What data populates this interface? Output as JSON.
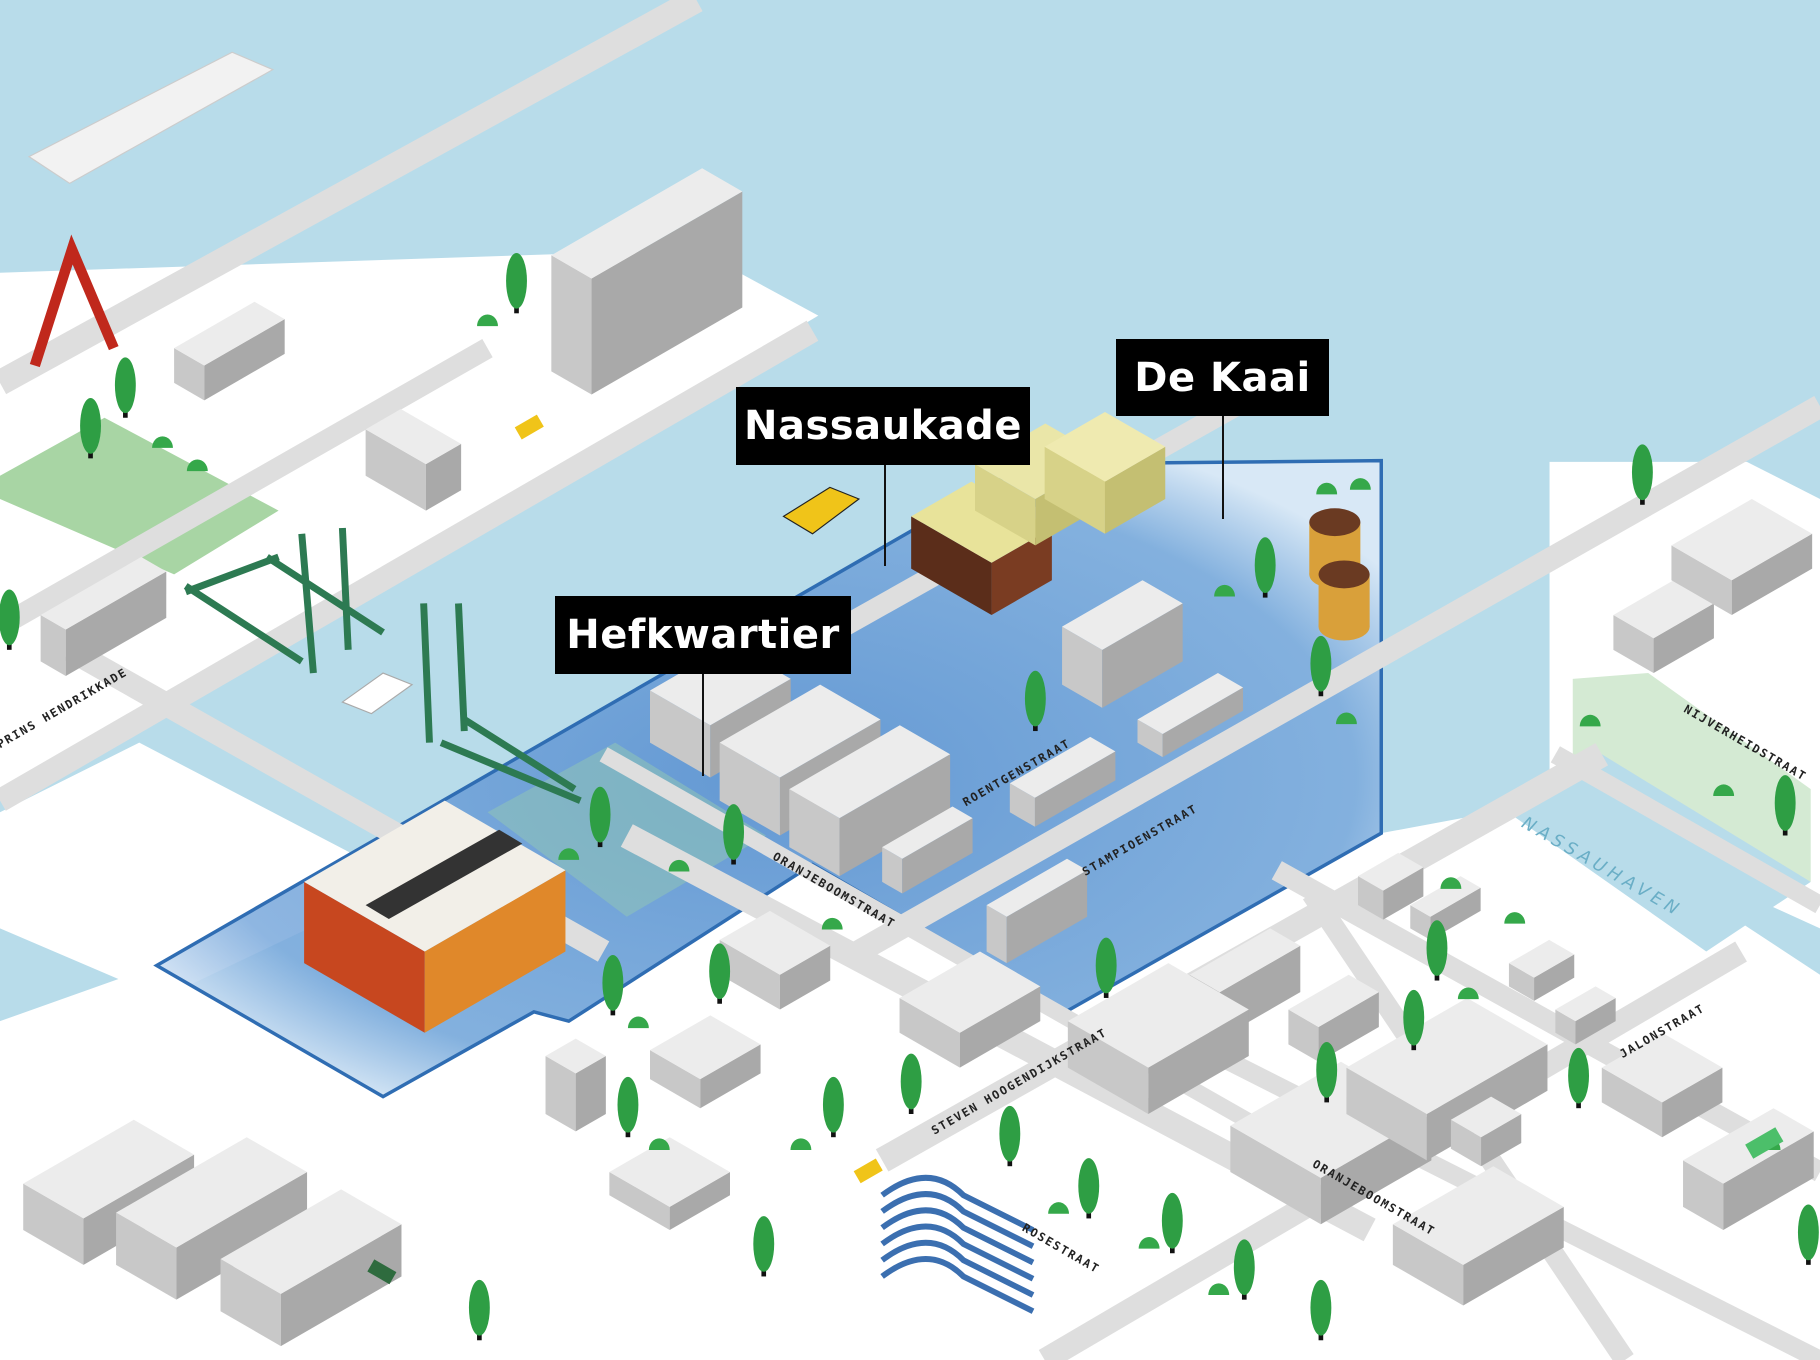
{
  "map": {
    "callouts": [
      {
        "id": "nassaukade",
        "label": "Nassaukade"
      },
      {
        "id": "de-kaai",
        "label": "De Kaai"
      },
      {
        "id": "hefkwartier",
        "label": "Hefkwartier"
      }
    ],
    "streets": {
      "prins_hendrikkade": "PRINS HENDRIKKADE",
      "nijverheidstraat": "NIJVERHEIDSTRAAT",
      "roentgenstraat": "ROENTGENSTRAAT",
      "stampioenstraat": "STAMPIOENSTRAAT",
      "oranjeboomstraat_1": "ORANJEBOOMSTRAAT",
      "oranjeboomstraat_2": "ORANJEBOOMSTRAAT",
      "steven_hoogendijkstraat": "STEVEN HOOGENDIJKSTRAAT",
      "rosestraat": "ROSESTRAAT",
      "jalonstraat": "JALONSTRAAT"
    },
    "water_labels": {
      "nassauhaven": "NASSAUHAVEN"
    },
    "colors": {
      "water": "#b8dcea",
      "land": "#ffffff",
      "road": "#e2e2e2",
      "park": "#a8d5a4",
      "highlight_area": "#6b9fd6",
      "highlight_outline": "#2f6db3",
      "callout_bg": "#000000",
      "tree": "#2e9e44",
      "bridge": "#2d7a52",
      "swan_bridge": "#c0281c"
    }
  }
}
